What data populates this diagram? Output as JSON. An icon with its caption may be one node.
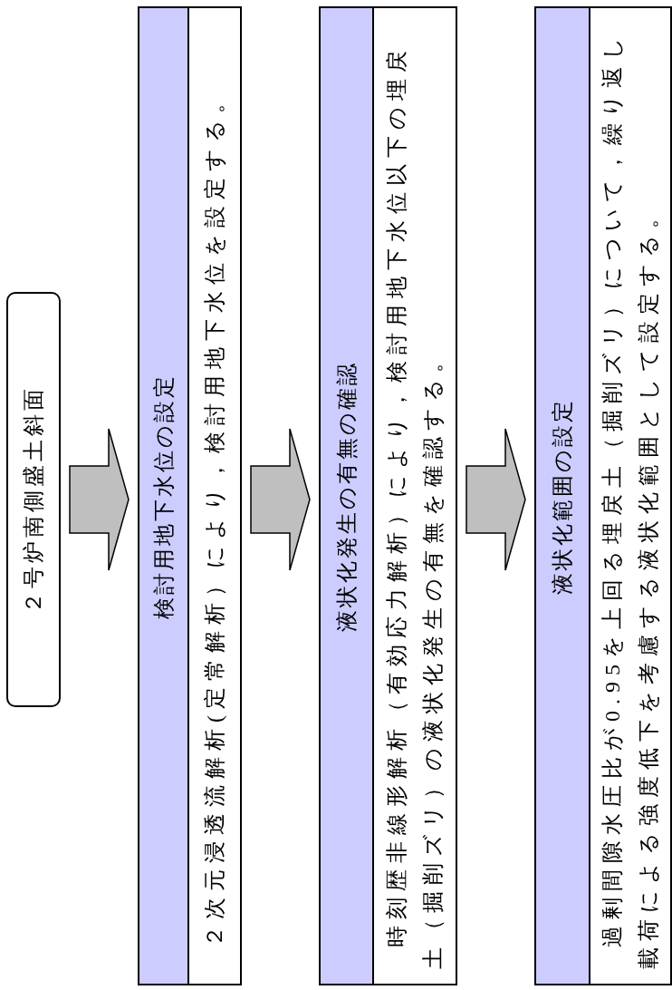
{
  "diagram": {
    "nodes": [
      {
        "text": [
          "２号炉南側盛土斜面"
        ]
      },
      {
        "text": [
          "検討用地下水位の設定",
          "２次元浸透流解析(定常解析）により，検討用地下水位を設定する。"
        ]
      },
      {
        "text": [
          "液状化発生の有無の確認",
          "時刻歴非線形解析（有効応力解析）により，検討用地下水位以下の埋戻土（掘削ズリ）の液状化発生の有無を確認する。"
        ]
      },
      {
        "text": [
          "液状化範囲の設定",
          "過剰間隙水圧比が0.95を上回る埋戻土（掘削ズリ）について，繰り返し載荷による強度低下を考慮する液状化範囲として設定する。"
        ]
      }
    ],
    "edges": [
      {
        "from": 0,
        "to": 1,
        "arrow": "to"
      },
      {
        "from": 1,
        "to": 2,
        "arrow": "to"
      },
      {
        "from": 2,
        "to": 3,
        "arrow": "to"
      }
    ]
  }
}
